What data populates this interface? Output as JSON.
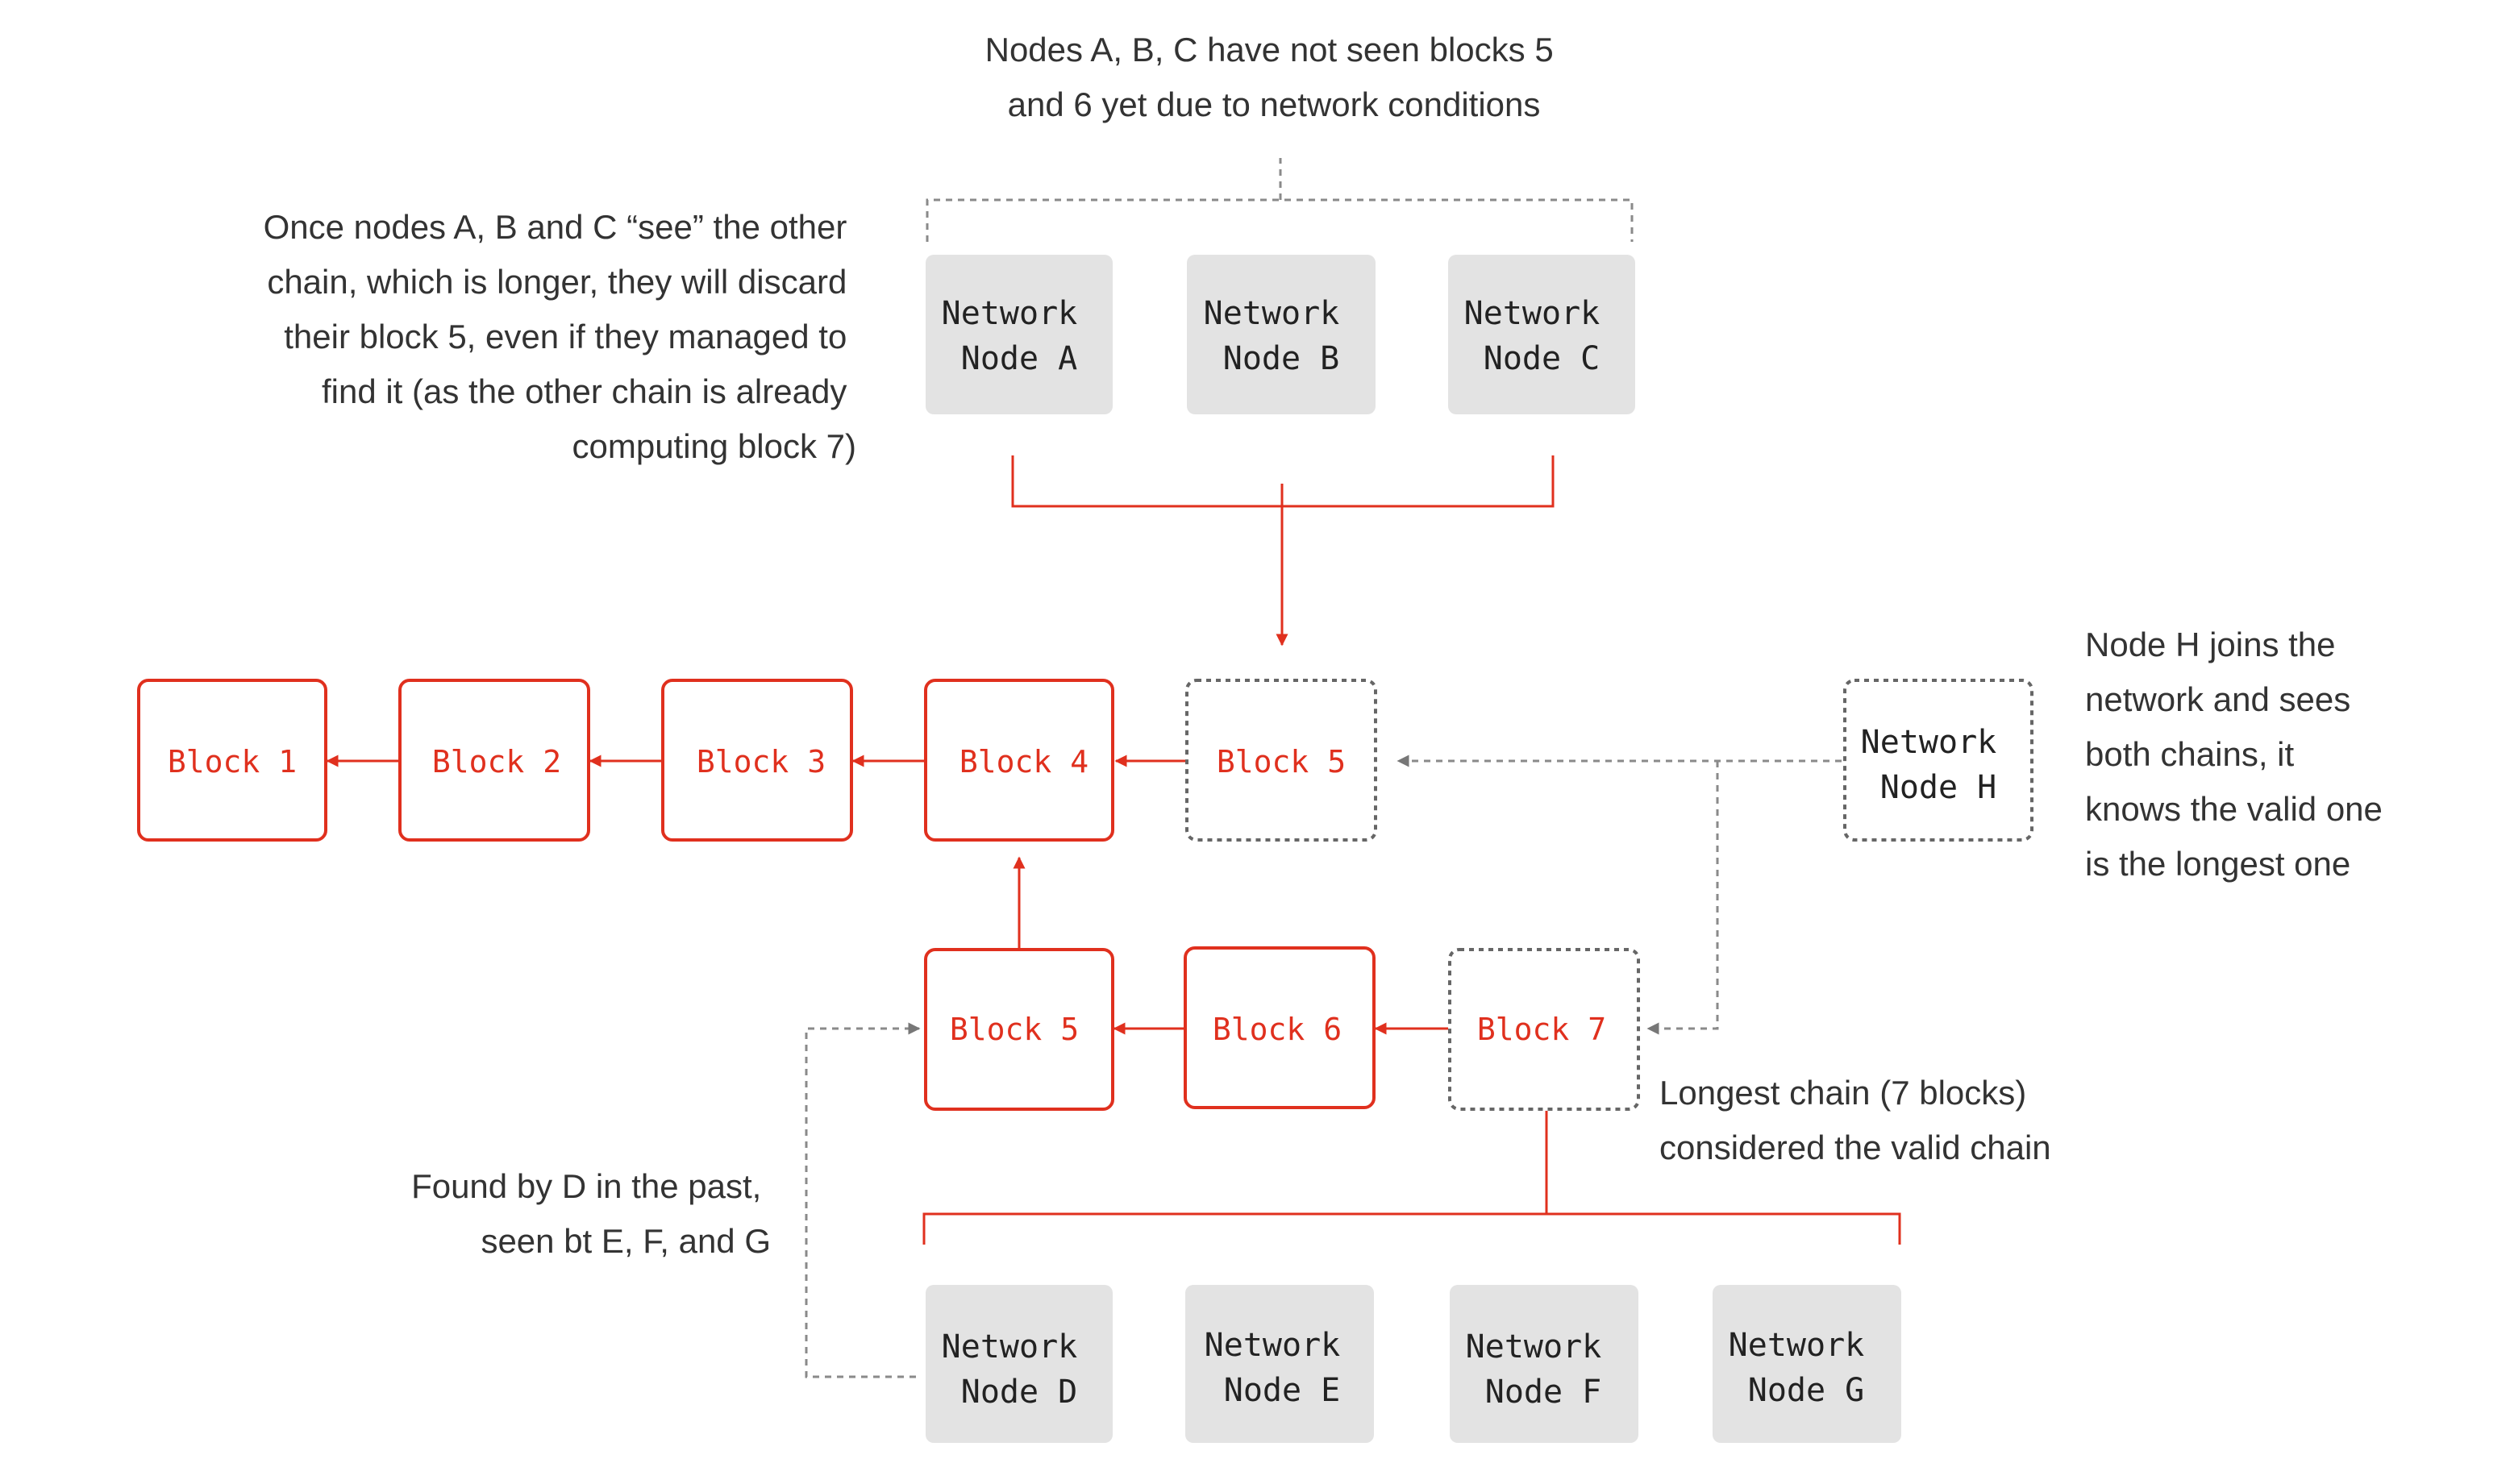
{
  "colors": {
    "accent": "#e0301e",
    "node_fill": "#e3e3e3",
    "dashed_border": "#666666",
    "text": "#333333"
  },
  "annotations": {
    "top": [
      "Nodes A, B, C have not seen blocks 5",
      "and 6 yet due to network conditions"
    ],
    "left": [
      "Once nodes A, B and C “see” the other",
      "chain, which is longer, they will discard",
      "their block 5, even if they managed to",
      "find it (as the other chain is already",
      "computing block 7)"
    ],
    "right": [
      "Node H joins the",
      "network and sees",
      "both chains, it",
      "knows the valid one",
      "is the longest one"
    ],
    "longest": [
      "Longest chain (7 blocks)",
      "considered the valid chain"
    ],
    "found": [
      "Found by D in the past,",
      "seen bt E, F, and G"
    ]
  },
  "nodes": {
    "a": [
      "Network",
      "Node A"
    ],
    "b": [
      "Network",
      "Node B"
    ],
    "c": [
      "Network",
      "Node C"
    ],
    "d": [
      "Network",
      "Node D"
    ],
    "e": [
      "Network",
      "Node E"
    ],
    "f": [
      "Network",
      "Node F"
    ],
    "g": [
      "Network",
      "Node G"
    ],
    "h": [
      "Network",
      "Node H"
    ]
  },
  "blocks": {
    "b1": "Block 1",
    "b2": "Block 2",
    "b3": "Block 3",
    "b4": "Block 4",
    "b5_pending": "Block 5",
    "b5": "Block 5",
    "b6": "Block 6",
    "b7_pending": "Block 7"
  }
}
